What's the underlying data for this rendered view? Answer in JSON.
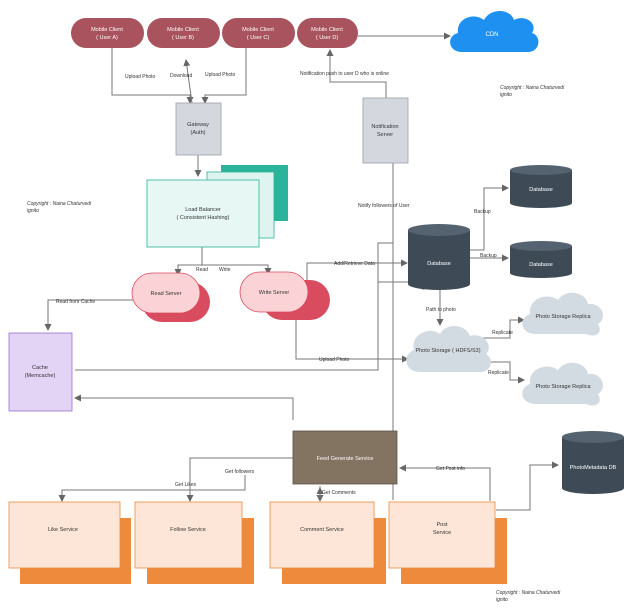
{
  "clients": {
    "a": {
      "line1": "Mobile Client",
      "line2": "( User A)"
    },
    "b": {
      "line1": "Mobile Client",
      "line2": "( User B)"
    },
    "c": {
      "line1": "Mobile Client",
      "line2": "( User C)"
    },
    "d": {
      "line1": "Mobile Client",
      "line2": "( User D)"
    }
  },
  "cdn": {
    "label": "CDN"
  },
  "gateway": {
    "line1": "Gateway",
    "line2": "(Auth)"
  },
  "notification_server": {
    "line1": "Notification",
    "line2": "Server"
  },
  "load_balancer": {
    "line1": "Load Balancer",
    "line2": "( Consistent Hashing)"
  },
  "read_server": {
    "label": "Read Server"
  },
  "write_server": {
    "label": "Write Server"
  },
  "database_main": {
    "label": "Database"
  },
  "database_backup_1": {
    "label": "Database"
  },
  "database_backup_2": {
    "label": "Database"
  },
  "photo_storage": {
    "label": "Photo Storage ( HDFS/S3)"
  },
  "replica_1": {
    "label": "Photo Storage Replica"
  },
  "replica_2": {
    "label": "Photo Storage Replica"
  },
  "cache": {
    "line1": "Cache",
    "line2": "(Memcache)"
  },
  "feed_service": {
    "label": "Feed Generate Service"
  },
  "like_service": {
    "label": "Like Service"
  },
  "follow_service": {
    "label": "Follow Service"
  },
  "comment_service": {
    "label": "Comment Service"
  },
  "post_service": {
    "line1": "Post",
    "line2": "Service"
  },
  "photo_metadata_db": {
    "label": "PhotoMetadata DB"
  },
  "edge_labels": {
    "upload_photo_a": "Upload Photo",
    "download": "Download",
    "upload_photo_c": "Upload Photo",
    "notification_push": "Notification push to user D who is online",
    "notify_followers": "Notify followers of User",
    "read": "Read",
    "write": "Write",
    "add_retrieve_data": "Add/Retrieve Data",
    "backup_1": "Backup",
    "backup_2": "Backup",
    "path_to_photo": "Path to photo",
    "replicate_1": "Replicate",
    "replicate_2": "Replicate",
    "read_from_cache": "Read from Cache",
    "upload_photo_storage": "Upload Photo",
    "get_followers": "Get followers",
    "get_likes": "Get Likes",
    "get_comments": "Get Comments",
    "get_post_info": "Get Post info"
  },
  "copyright": {
    "top_right": {
      "line1": "Copyright : Naina Chaturvedi",
      "line2": "ignito"
    },
    "left": {
      "line1": "Copyright : Naina Chaturvedi",
      "line2": "ignito"
    },
    "bottom_right": {
      "line1": "Copyright : Naina Chaturvedi",
      "line2": "ignito"
    }
  },
  "colors": {
    "client": "#a8535d",
    "server_gray": "#d4d8de",
    "lb_front": "#e6f7f4",
    "lb_back": "#2bb39b",
    "pink": "#fbd3d6",
    "red": "#d94b5e",
    "db": "#3e4a56",
    "cloud_gray": "#d3dbe2",
    "cdn": "#1e90f0",
    "cache": "#e3d3f4",
    "feed": "#837462",
    "service_front": "#fde6d8",
    "service_back": "#ee8a3c"
  }
}
